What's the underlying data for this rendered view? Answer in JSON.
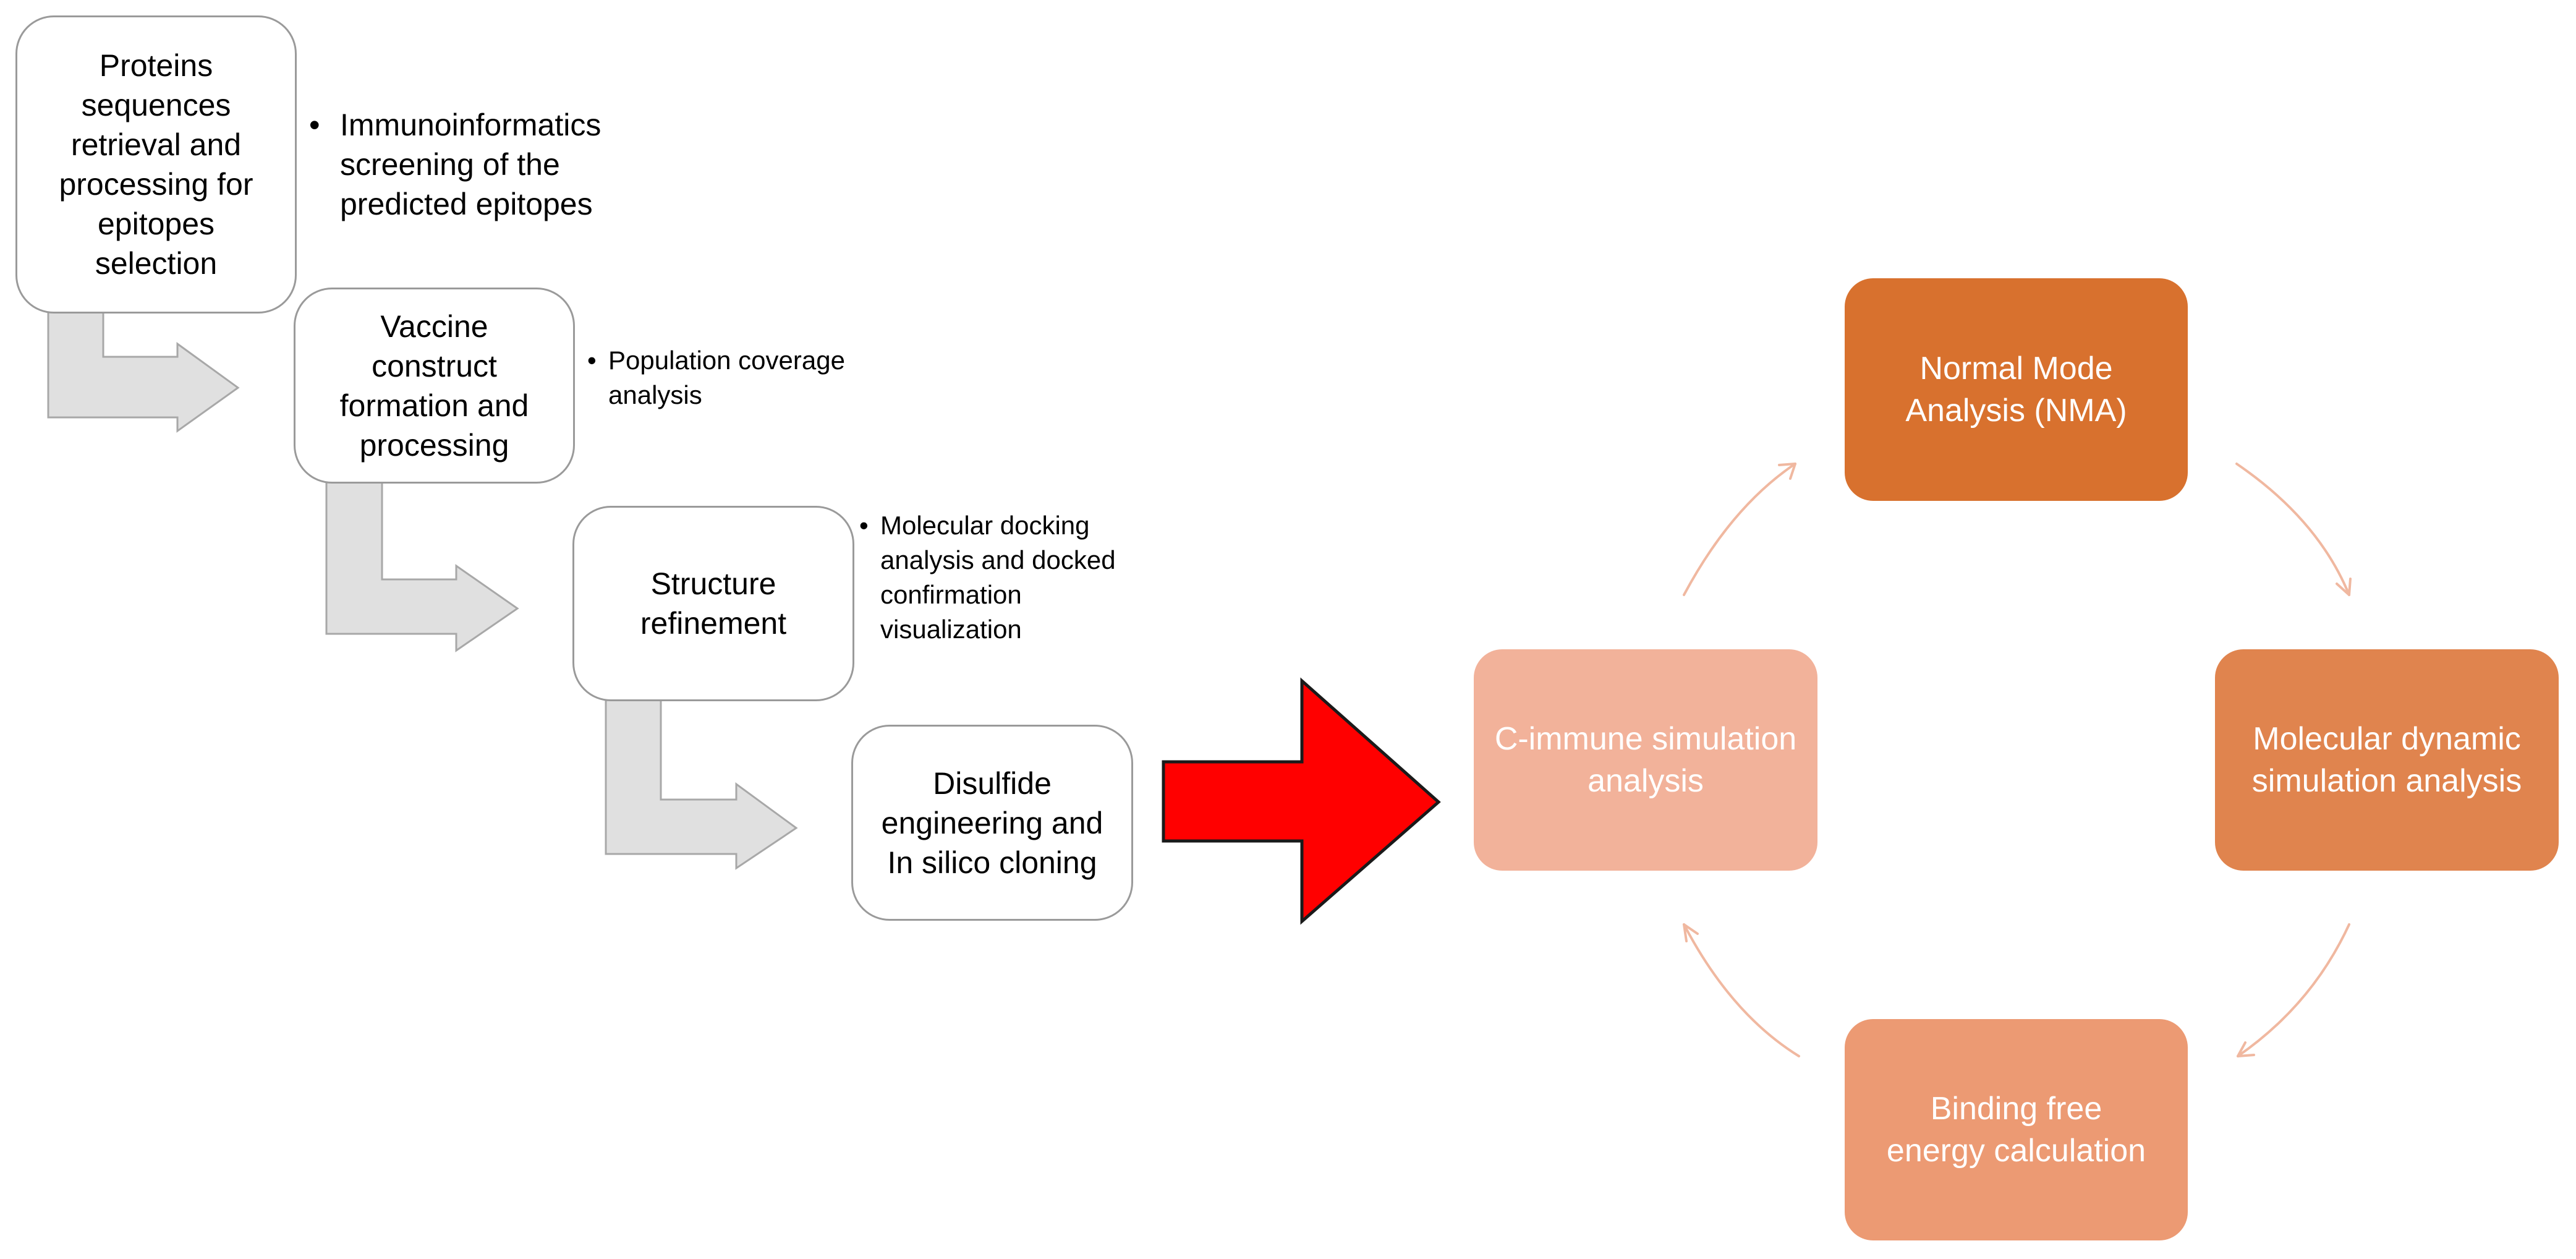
{
  "steps": [
    {
      "label": "Proteins sequences retrieval and processing for epitopes selection"
    },
    {
      "label": "Vaccine construct formation and processing"
    },
    {
      "label": "Structure refinement"
    },
    {
      "label": "Disulfide engineering and In silico cloning"
    }
  ],
  "notes": [
    {
      "bullet": "•",
      "text": "Immunoinformatics screening of the predicted epitopes"
    },
    {
      "bullet": "•",
      "text": "Population coverage analysis"
    },
    {
      "bullet": "•",
      "text": "Molecular docking analysis and docked confirmation visualization"
    }
  ],
  "cycle": [
    {
      "label": "Normal Mode Analysis (NMA)",
      "color": "#d8712e"
    },
    {
      "label": "Molecular dynamic simulation analysis",
      "color": "#e0844e"
    },
    {
      "label": "Binding free energy calculation",
      "color": "#ec9a73"
    },
    {
      "label": "C-immune simulation analysis",
      "color": "#f2b29a"
    }
  ],
  "colors": {
    "connector_fill": "#e0e0e0",
    "connector_stroke": "#a8a8a8",
    "big_arrow": "#ff0000",
    "cycle_arrow": "#f0b8a0"
  }
}
